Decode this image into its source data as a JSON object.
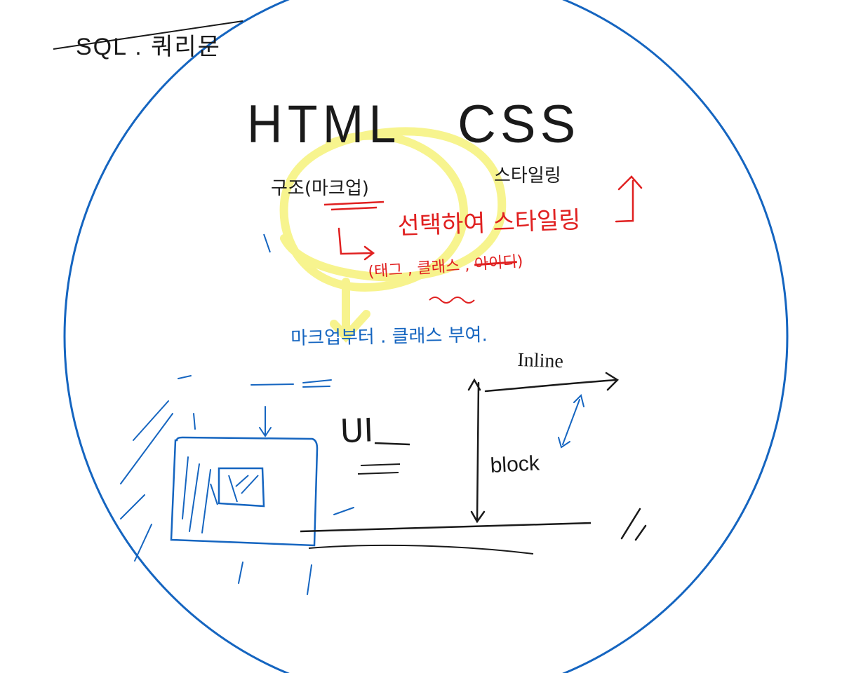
{
  "colors": {
    "background": "#ffffff",
    "ink_black": "#1a1a1a",
    "ink_blue": "#1565c0",
    "ink_red": "#e02020",
    "highlight_yellow": "#f6f27a"
  },
  "notes": {
    "sql": "SQL . 쿼리문",
    "html": "HTML",
    "css": "CSS",
    "structure": "구조(마크업)",
    "styling_small": "스타일링",
    "select_and_style": "선택하여 스타일링",
    "selectors_open": "(태그 ,",
    "selectors_class": "클래스",
    "selectors_sep": " ,",
    "selectors_id": "아이디",
    "selectors_close": ")",
    "markup_class": "마크업부터 . 클래스 부여.",
    "inline": "Inline",
    "block": "block",
    "ui": "UI"
  },
  "icons": {
    "circle": "frame-circle",
    "highlight": "yellow-highlight-loop",
    "arrows": [
      "red-bent-arrow",
      "red-up-arrow",
      "yellow-down-arrow",
      "blue-down-arrow",
      "inline-right-arrow",
      "block-down-arrow",
      "blue-double-arrow"
    ]
  }
}
